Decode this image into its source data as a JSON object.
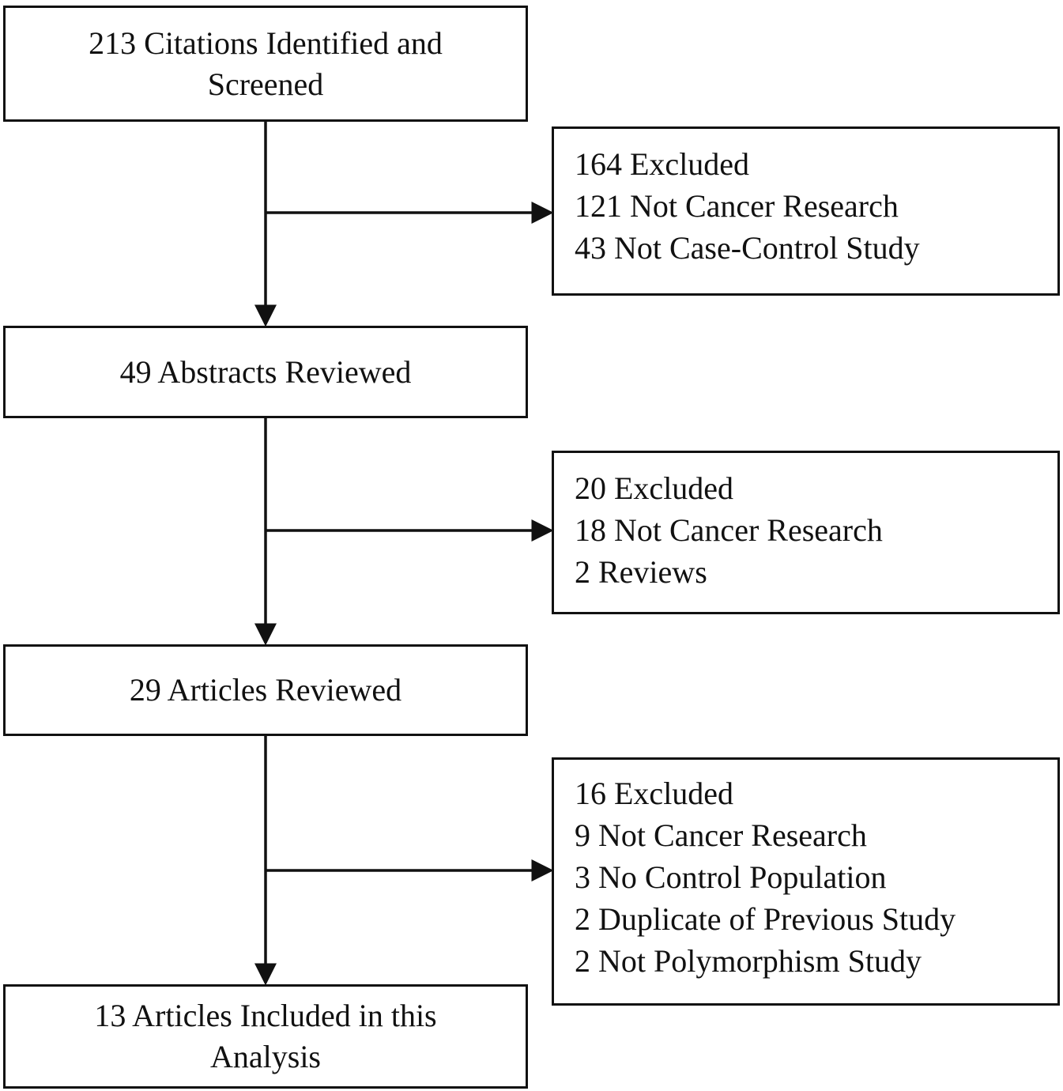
{
  "stages": [
    {
      "lines": [
        "213 Citations Identified and",
        "Screened"
      ]
    },
    {
      "lines": [
        "49 Abstracts Reviewed"
      ]
    },
    {
      "lines": [
        "29 Articles Reviewed"
      ]
    },
    {
      "lines": [
        "13 Articles Included in this",
        "Analysis"
      ]
    }
  ],
  "exclusions": [
    {
      "lines": [
        "164 Excluded",
        "121 Not Cancer Research",
        "43 Not Case-Control Study"
      ]
    },
    {
      "lines": [
        "20 Excluded",
        "18 Not Cancer Research",
        "2 Reviews"
      ]
    },
    {
      "lines": [
        "16 Excluded",
        "9 Not Cancer Research",
        "3 No Control Population",
        "2 Duplicate of Previous Study",
        "2 Not Polymorphism Study"
      ]
    }
  ]
}
